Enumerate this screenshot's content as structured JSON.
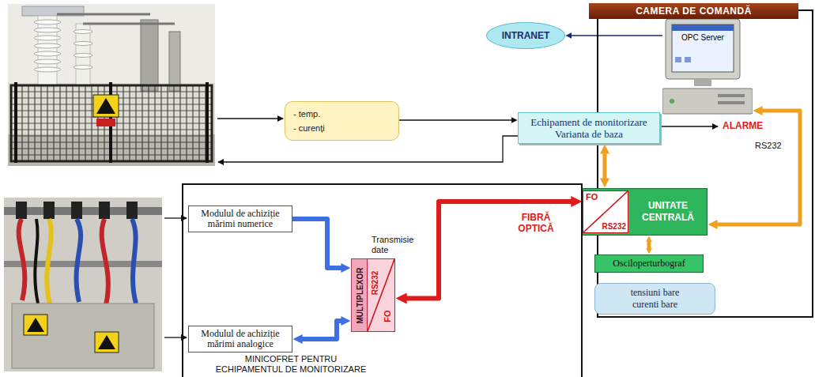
{
  "diagram": {
    "nodes": [
      {
        "text": [
          "CAMERA DE COMANDĂ"
        ]
      },
      {
        "text": [
          "INTRANET"
        ]
      },
      {
        "text": [
          "OPC Server"
        ],
        "in": 0
      },
      {
        "text": [
          "- temp.",
          "- curenți"
        ]
      },
      {
        "text": [
          "Echipament de monitorizare",
          "Varianta de baza"
        ]
      },
      {
        "text": [
          "UNITATE CENTRALĂ"
        ]
      },
      {
        "text": [
          "FO",
          "RS232"
        ],
        "in": 5
      },
      {
        "text": [
          "Osciloperturbograf"
        ],
        "in": 0
      },
      {
        "text": [
          "tensiuni bare",
          "curenti bare"
        ],
        "in": 0
      },
      {
        "text": [
          "MINICOFRET PENTRU ECHIPAMENTUL DE MONITORIZARE"
        ]
      },
      {
        "text": [
          "Modulul de achiziție mărimi numerice"
        ],
        "in": 9
      },
      {
        "text": [
          "Modulul de achiziție mărimi analogice"
        ],
        "in": 9
      },
      {
        "text": [
          "MULTIPLEXOR"
        ],
        "in": 9
      },
      {
        "text": [
          "RS232",
          "FO"
        ],
        "in": 9
      }
    ],
    "edges": [
      {
        "from": 2,
        "to": 1,
        "arrow": "to"
      },
      {
        "from": 3,
        "to": 4,
        "arrow": "to"
      },
      {
        "from": 4,
        "to": 5,
        "arrow": "both"
      },
      {
        "from": 2,
        "to": 5,
        "label": "RS232",
        "arrow": "both"
      },
      {
        "from": 5,
        "to": 7,
        "arrow": "both"
      },
      {
        "from": 10,
        "to": 12,
        "arrow": "to"
      },
      {
        "from": 11,
        "to": 12,
        "arrow": "both"
      },
      {
        "from": 13,
        "to": 6,
        "label": "FIBRĂ OPTICĂ",
        "arrow": "both"
      }
    ],
    "labels": [
      "ALARME",
      "Transmisie date"
    ]
  }
}
